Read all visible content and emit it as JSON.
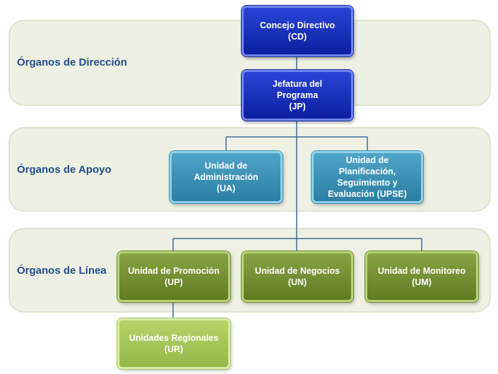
{
  "bands": {
    "direccion": "Órganos de Dirección",
    "apoyo": "Órganos de Apoyo",
    "linea": "Órganos de Línea"
  },
  "nodes": {
    "cd": {
      "line1": "Concejo Directivo",
      "line2": "(CD)"
    },
    "jp": {
      "line1": "Jefatura del",
      "line2": "Programa",
      "line3": "(JP)"
    },
    "ua": {
      "line1": "Unidad de",
      "line2": "Administración",
      "line3": "(UA)"
    },
    "upse": {
      "line1": "Unidad de",
      "line2": "Planificación,",
      "line3": "Seguimiento y",
      "line4": "Evaluación (UPSE)"
    },
    "up": {
      "line1": "Unidad de Promoción",
      "line2": "(UP)"
    },
    "un": {
      "line1": "Unidad de Negocios",
      "line2": "(UN)"
    },
    "um": {
      "line1": "Unidad de Monitoreo",
      "line2": "(UM)"
    },
    "ur": {
      "line1": "Unidades Regionales",
      "line2": "(UR)"
    }
  },
  "colors": {
    "band_fill": "#eef0e3",
    "band_label": "#1f4e8c",
    "direction_node": "#1a33c4",
    "support_node": "#3b91b6",
    "line_node": "#71902f",
    "regional_node": "#a6c85a",
    "connector": "#3b6b9a"
  }
}
